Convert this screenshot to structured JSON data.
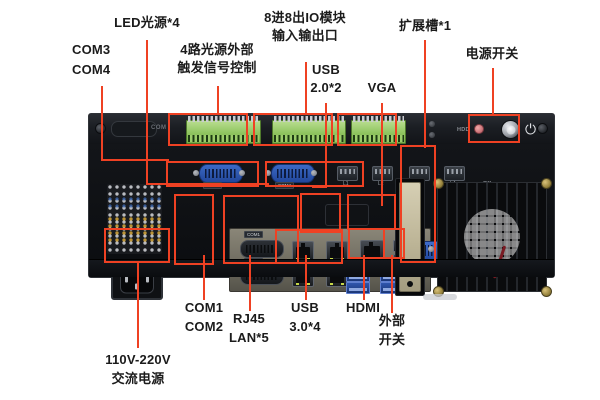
{
  "diagram": {
    "title": "Industrial PC Rear I/O Panel",
    "accent_color": "#ef4123",
    "text_color": "#1b1b1b",
    "background_color": "#ffffff"
  },
  "annotations": {
    "top": [
      {
        "id": "com34",
        "lines": "COM3\nCOM4",
        "text_l1": "COM3",
        "text_l2": "COM4"
      },
      {
        "id": "led_src",
        "lines": "LED光源*4",
        "text_l1": "LED光源*4",
        "text_l2": ""
      },
      {
        "id": "trigger",
        "lines": "4路光源外部\n触发信号控制",
        "text_l1": "4路光源外部",
        "text_l2": "触发信号控制"
      },
      {
        "id": "io_module",
        "lines": "8进8出IO模块\n输入输出口",
        "text_l1": "8进8出IO模块",
        "text_l2": "输入输出口"
      },
      {
        "id": "usb20",
        "lines": "USB\n2.0*2",
        "text_l1": "USB",
        "text_l2": "2.0*2"
      },
      {
        "id": "vga",
        "lines": "VGA",
        "text_l1": "VGA",
        "text_l2": ""
      },
      {
        "id": "exp_slot",
        "lines": "扩展槽*1",
        "text_l1": "扩展槽*1",
        "text_l2": ""
      },
      {
        "id": "power_sw",
        "lines": "电源开关",
        "text_l1": "电源开关",
        "text_l2": ""
      }
    ],
    "bottom": [
      {
        "id": "ac_power",
        "lines": "110V-220V\n交流电源",
        "text_l1": "110V-220V",
        "text_l2": "交流电源"
      },
      {
        "id": "com12",
        "lines": "COM1\nCOM2",
        "text_l1": "COM1",
        "text_l2": "COM2"
      },
      {
        "id": "rj45",
        "lines": "RJ45\nLAN*5",
        "text_l1": "RJ45",
        "text_l2": "LAN*5"
      },
      {
        "id": "usb30",
        "lines": "USB\n3.0*4",
        "text_l1": "USB",
        "text_l2": "3.0*4"
      },
      {
        "id": "hdmi",
        "lines": "HDMI",
        "text_l1": "HDMI",
        "text_l2": ""
      },
      {
        "id": "ext_sw",
        "lines": "外部\n开关",
        "text_l1": "外部",
        "text_l2": "开关"
      }
    ]
  },
  "chassis": {
    "silkscreen": {
      "com_rail": "COM",
      "hdd_led": "HDD",
      "sw": "SW",
      "power_glyph": "⏻",
      "com3_tag": "COM3",
      "com4_tag": "COM4",
      "com1_tag": "COM1",
      "com2_tag": "COM2",
      "led_tags": [
        "L1",
        "L2",
        "L3",
        "L4"
      ]
    },
    "ports": {
      "terminal_blocks": 3,
      "db9_blue": 2,
      "db9_black": 2,
      "led_connectors": 4,
      "rj45": 5,
      "usb_20": 2,
      "usb_30": 4,
      "vga": 1,
      "hdmi": 1,
      "green_2pin": 1,
      "expansion_slot": 1,
      "iec_inlet": 1,
      "fan": 1
    }
  }
}
